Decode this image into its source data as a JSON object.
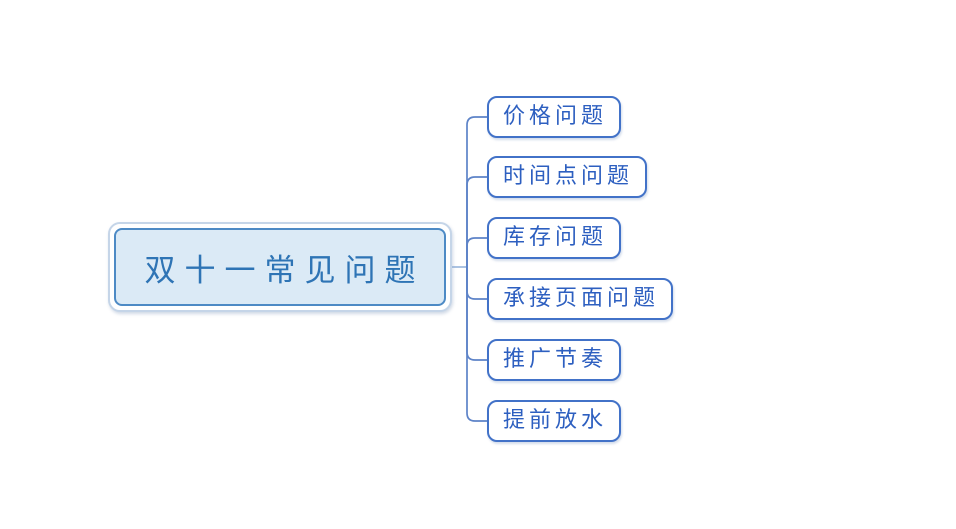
{
  "diagram_type": "mindmap",
  "mindmap": {
    "root": {
      "label": "双十一常见问题",
      "selected": true
    },
    "children": [
      {
        "label": "价格问题"
      },
      {
        "label": "时间点问题"
      },
      {
        "label": "库存问题"
      },
      {
        "label": "承接页面问题"
      },
      {
        "label": "推广节奏"
      },
      {
        "label": "提前放水"
      }
    ],
    "style": {
      "canvas_background": "#ffffff",
      "root_fill": "#dbeaf6",
      "root_border": "#4d8ac5",
      "root_text_color": "#2e74b5",
      "selection_ring_color": "#c5d5e8",
      "child_fill": "#ffffff",
      "child_border": "#4272c8",
      "child_text_color": "#2d5fc0",
      "connector_color": "#5d83c8",
      "stub_color": "#abc3e2"
    }
  }
}
